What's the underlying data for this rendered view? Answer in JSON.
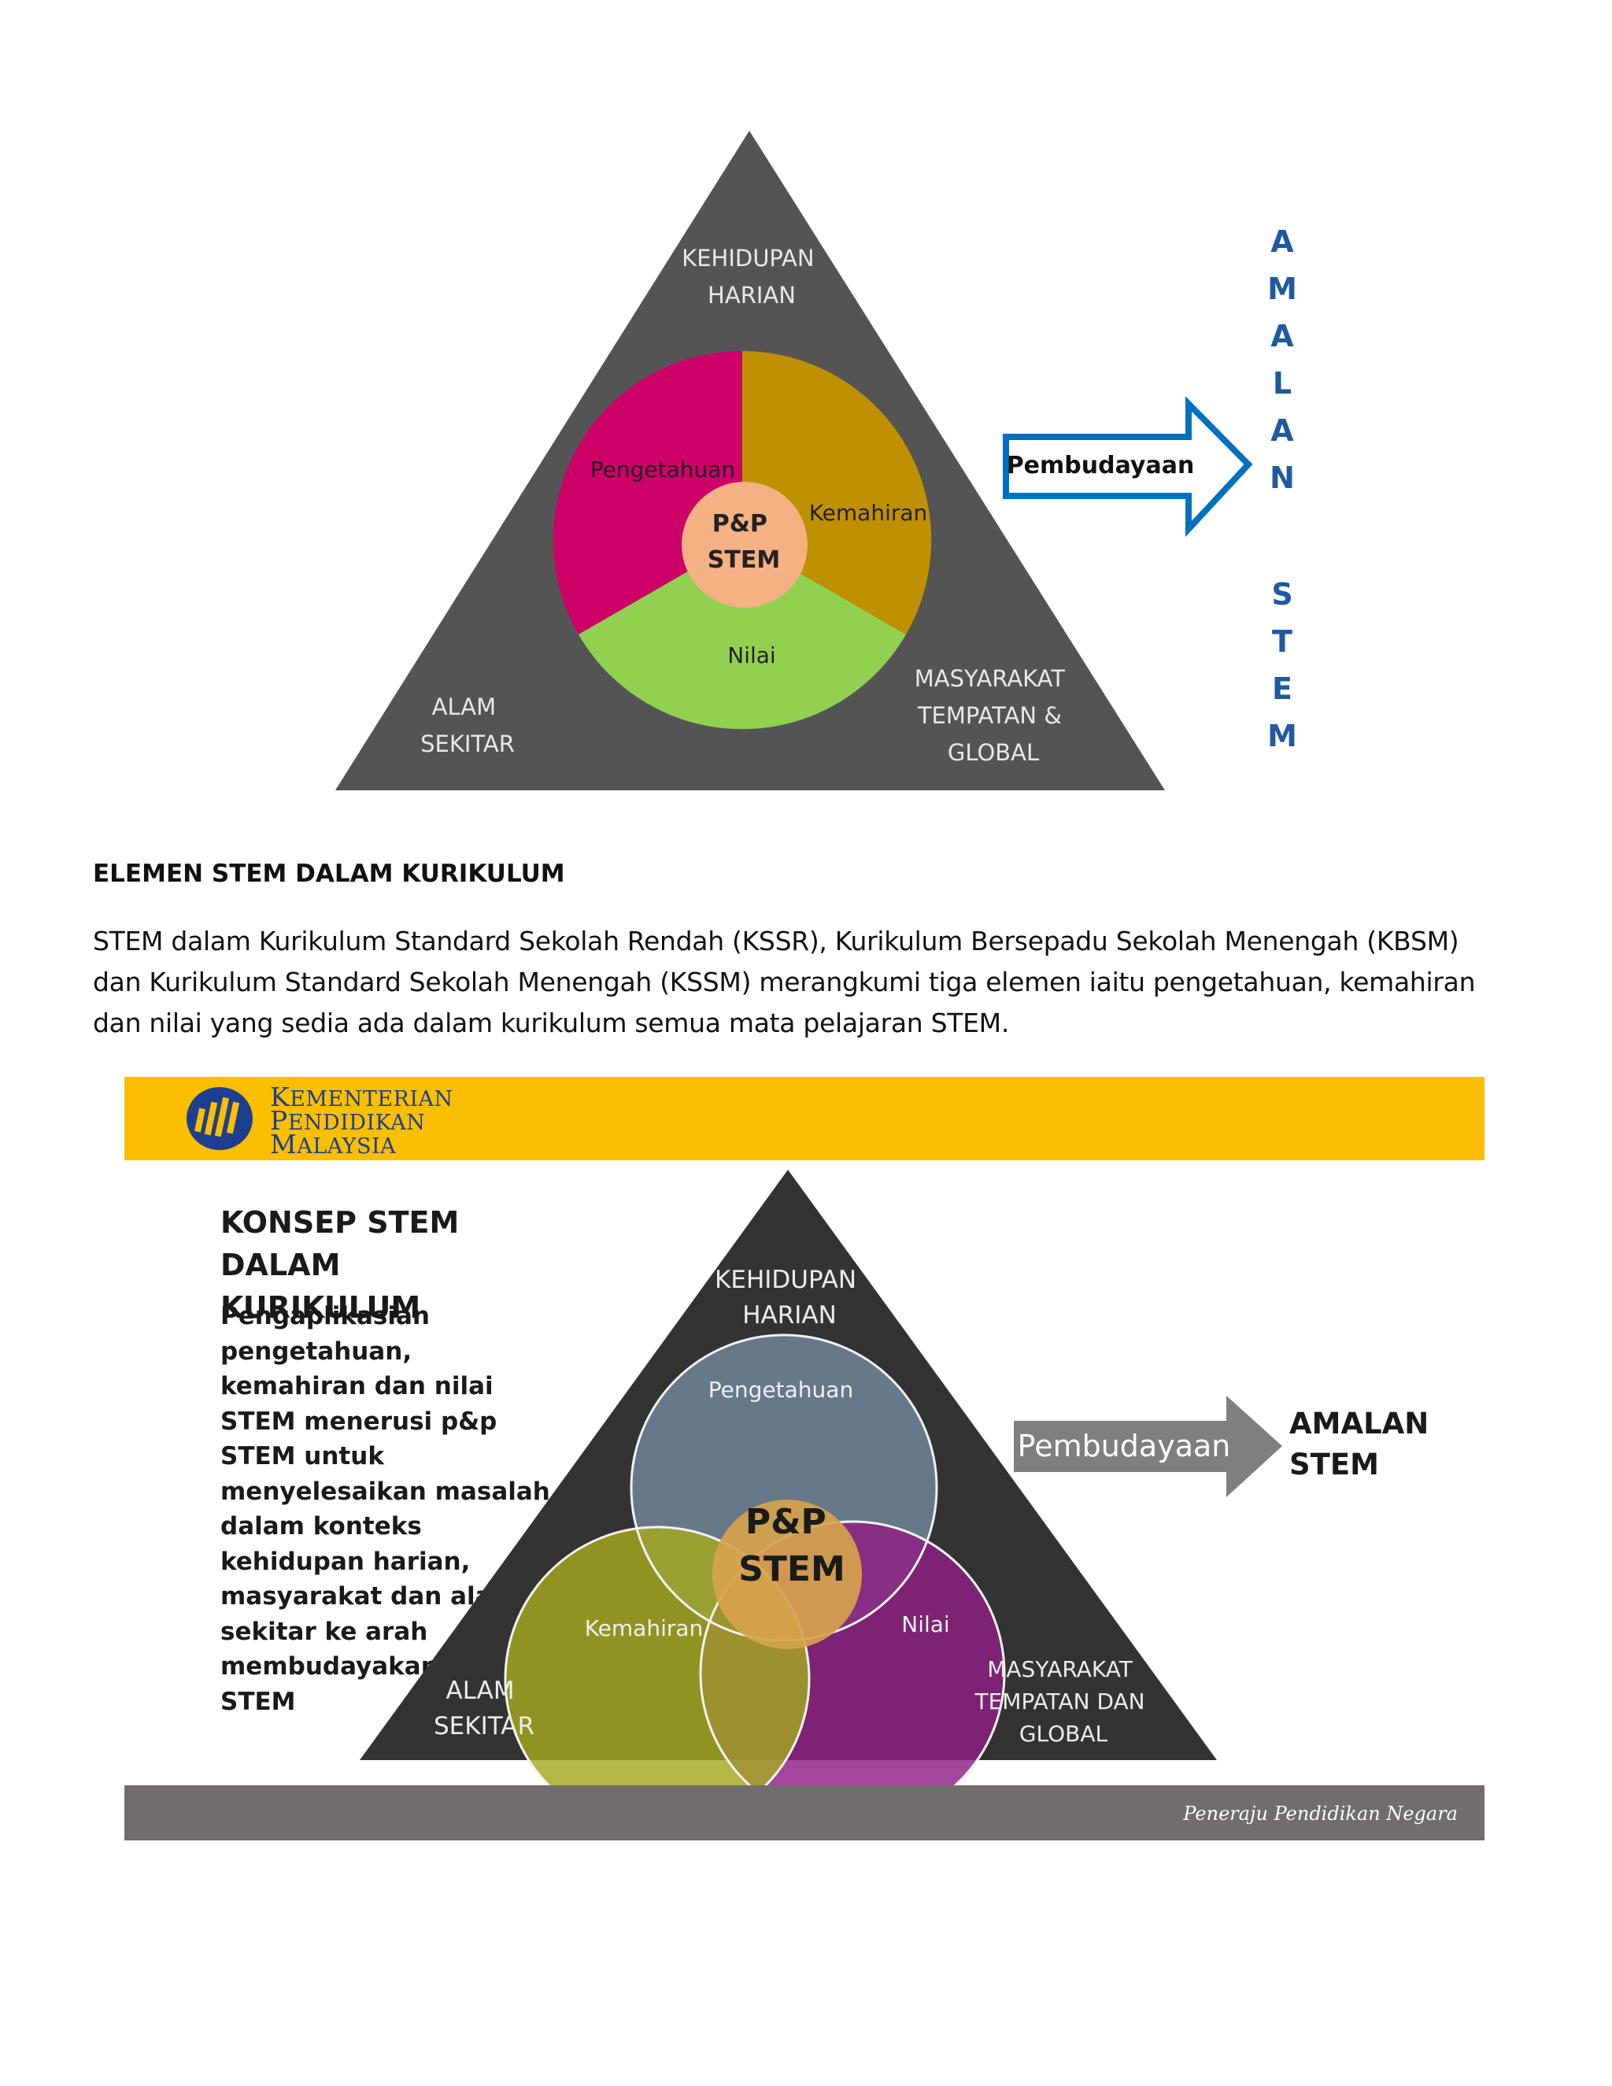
{
  "diagram1": {
    "top_label": [
      "KEHIDUPAN",
      "HARIAN"
    ],
    "left_label": [
      "ALAM",
      "SEKITAR"
    ],
    "right_label": [
      "MASYARAKAT",
      "TEMPATAN &",
      "GLOBAL"
    ],
    "segment_left": "Pengetahuan",
    "segment_right": "Kemahiran",
    "segment_bottom": "Nilai",
    "center": [
      "P&P",
      "STEM"
    ],
    "arrow_label": "Pembudayaan",
    "vertical_letters": [
      "A",
      "M",
      "A",
      "L",
      "A",
      "N",
      "S",
      "T",
      "E",
      "M"
    ],
    "colors": {
      "triangle": "#545454",
      "pengetahuan": "#cc0066",
      "kemahiran": "#bf9000",
      "nilai": "#92d050",
      "center": "#f4b183",
      "arrow": "#0070c0",
      "letters": "#1f5a9e"
    }
  },
  "heading": "ELEMEN STEM DALAM KURIKULUM",
  "paragraph": "STEM dalam Kurikulum Standard Sekolah Rendah (KSSR), Kurikulum Bersepadu Sekolah Menengah (KBSM) dan Kurikulum Standard Sekolah Menengah (KSSM) merangkumi tiga elemen iaitu pengetahuan, kemahiran dan nilai yang sedia ada dalam kurikulum semua mata pelajaran STEM.",
  "slide": {
    "logo_lines": [
      {
        "cap": "K",
        "rest": "EMENTERIAN"
      },
      {
        "cap": "P",
        "rest": "ENDIDIKAN"
      },
      {
        "cap": "M",
        "rest": "ALAYSIA"
      }
    ],
    "title_lines": [
      "KONSEP STEM DALAM",
      "KURIKULUM"
    ],
    "description": "Pengaplikasian pengetahuan, kemahiran dan nilai STEM menerusi p&p STEM untuk menyelesaikan masalah dalam konteks kehidupan harian, masyarakat dan alam sekitar ke arah membudayakan Amalan STEM",
    "top_label": [
      "KEHIDUPAN",
      "HARIAN"
    ],
    "left_label": [
      "ALAM",
      "SEKITAR"
    ],
    "right_label": [
      "MASYARAKAT",
      "TEMPATAN DAN",
      "GLOBAL"
    ],
    "circle_top": "Pengetahuan",
    "circle_left": "Kemahiran",
    "circle_right": "Nilai",
    "center": [
      "P&P",
      "STEM"
    ],
    "arrow_label": "Pembudayaan",
    "result": [
      "AMALAN",
      "STEM"
    ],
    "footer": "Peneraju Pendidikan Negara",
    "colors": {
      "topbar": "#fbbf00",
      "bottombar": "#716d6c",
      "triangle": "#333333",
      "arrow": "#7f7f7f",
      "logo": "#1d3f8f"
    }
  }
}
